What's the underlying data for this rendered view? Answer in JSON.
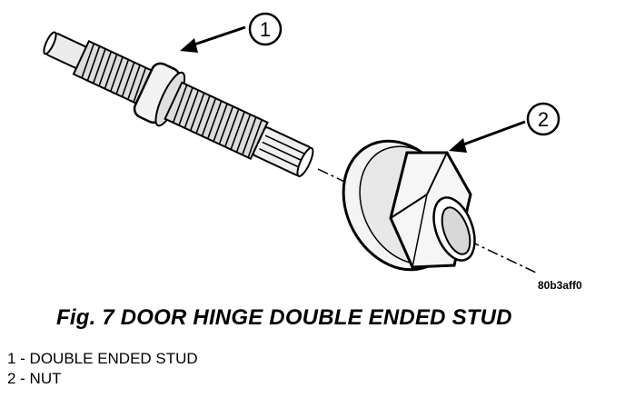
{
  "callouts": [
    {
      "number": "1",
      "name": "DOUBLE ENDED STUD"
    },
    {
      "number": "2",
      "name": "NUT"
    }
  ],
  "figure_code": "80b3aff0",
  "figure_title": "Fig. 7 DOOR HINGE DOUBLE ENDED STUD",
  "legend": [
    {
      "text": "1 - DOUBLE ENDED STUD"
    },
    {
      "text": "2 - NUT"
    }
  ]
}
